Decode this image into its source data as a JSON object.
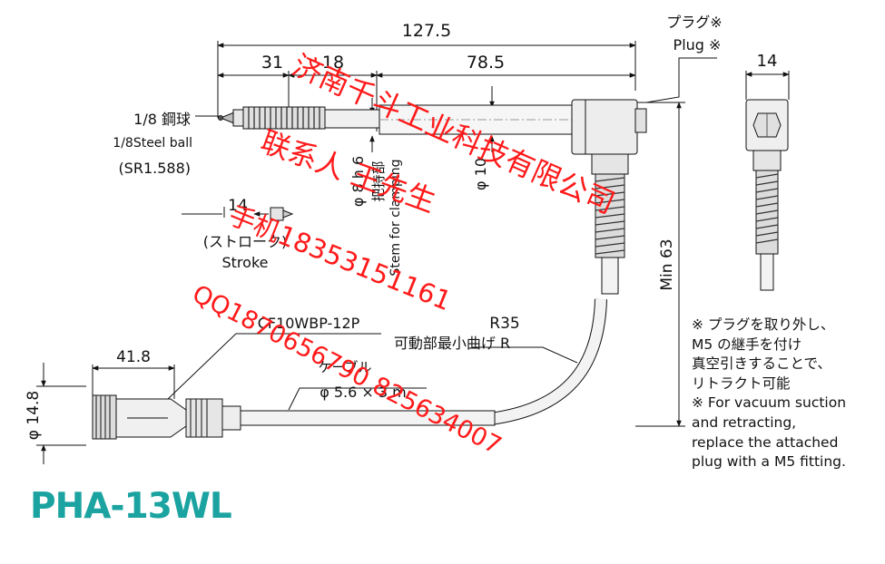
{
  "dimensions": {
    "overall_length": "127.5",
    "seg_31": "31",
    "seg_18": "18",
    "seg_78_5": "78.5",
    "width_14": "14",
    "stroke_14": "14",
    "connector_41_8": "41.8",
    "dia_14_8": "φ 14.8",
    "dia_8h6": "φ 8 h 6",
    "dia_10": "φ 10",
    "min_63": "Min 63",
    "r35": "R35"
  },
  "labels": {
    "plug_jp": "プラグ※",
    "plug_en": "Plug ※",
    "steel_ball_jp": "1/8 鋼球",
    "steel_ball_en": "1/8Steel ball",
    "steel_ball_sr": "(SR1.588)",
    "stroke_jp": "(ストローク)",
    "stroke_en": "Stroke",
    "clamp_jp": "把持部",
    "clamp_en": "Stem for clamping",
    "connector": "CF10WBP-12P",
    "bend_jp": "可動部最小曲げ R",
    "cable_jp": "ケーブル",
    "cable_spec": "φ 5.6 × 3 m"
  },
  "note_lines": [
    "※ プラグを取り外し、",
    "M5 の継手を付け",
    "真空引きすることで、",
    "リトラクト可能",
    "※ For vacuum suction",
    "and retracting,",
    "replace the attached",
    "plug with a M5 fitting."
  ],
  "model_name": "PHA-13WL",
  "watermark": {
    "line1": "济南千斗工业科技有限公司",
    "line2": "联系人 王先生",
    "line3": "手机18353151161",
    "line4": "QQ1870656790 825634007"
  },
  "colors": {
    "model": "#1aa3a0",
    "watermark": "#ff1a1a",
    "line": "#111111"
  }
}
